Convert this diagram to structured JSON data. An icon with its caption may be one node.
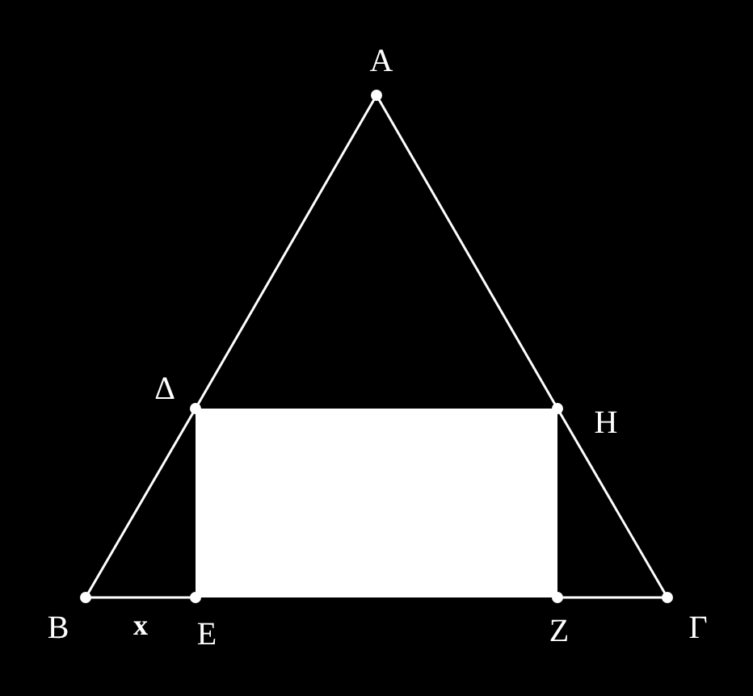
{
  "diagram": {
    "nodes": [
      {
        "text": [
          "Α"
        ]
      },
      {
        "text": [
          "Β"
        ]
      },
      {
        "text": [
          "Γ"
        ]
      },
      {
        "text": [
          "Δ"
        ]
      },
      {
        "text": [
          "Ε"
        ]
      },
      {
        "text": [
          "Ζ"
        ]
      },
      {
        "text": [
          "Η"
        ]
      },
      {
        "text": [],
        "shape": "box"
      }
    ],
    "edges": [
      {
        "from": 0,
        "to": 3,
        "arrow": "none"
      },
      {
        "from": 3,
        "to": 1,
        "arrow": "none"
      },
      {
        "from": 0,
        "to": 6,
        "arrow": "none"
      },
      {
        "from": 6,
        "to": 2,
        "arrow": "none"
      },
      {
        "from": 1,
        "to": 4,
        "arrow": "none",
        "label": "x"
      },
      {
        "from": 5,
        "to": 2,
        "arrow": "none"
      }
    ]
  }
}
